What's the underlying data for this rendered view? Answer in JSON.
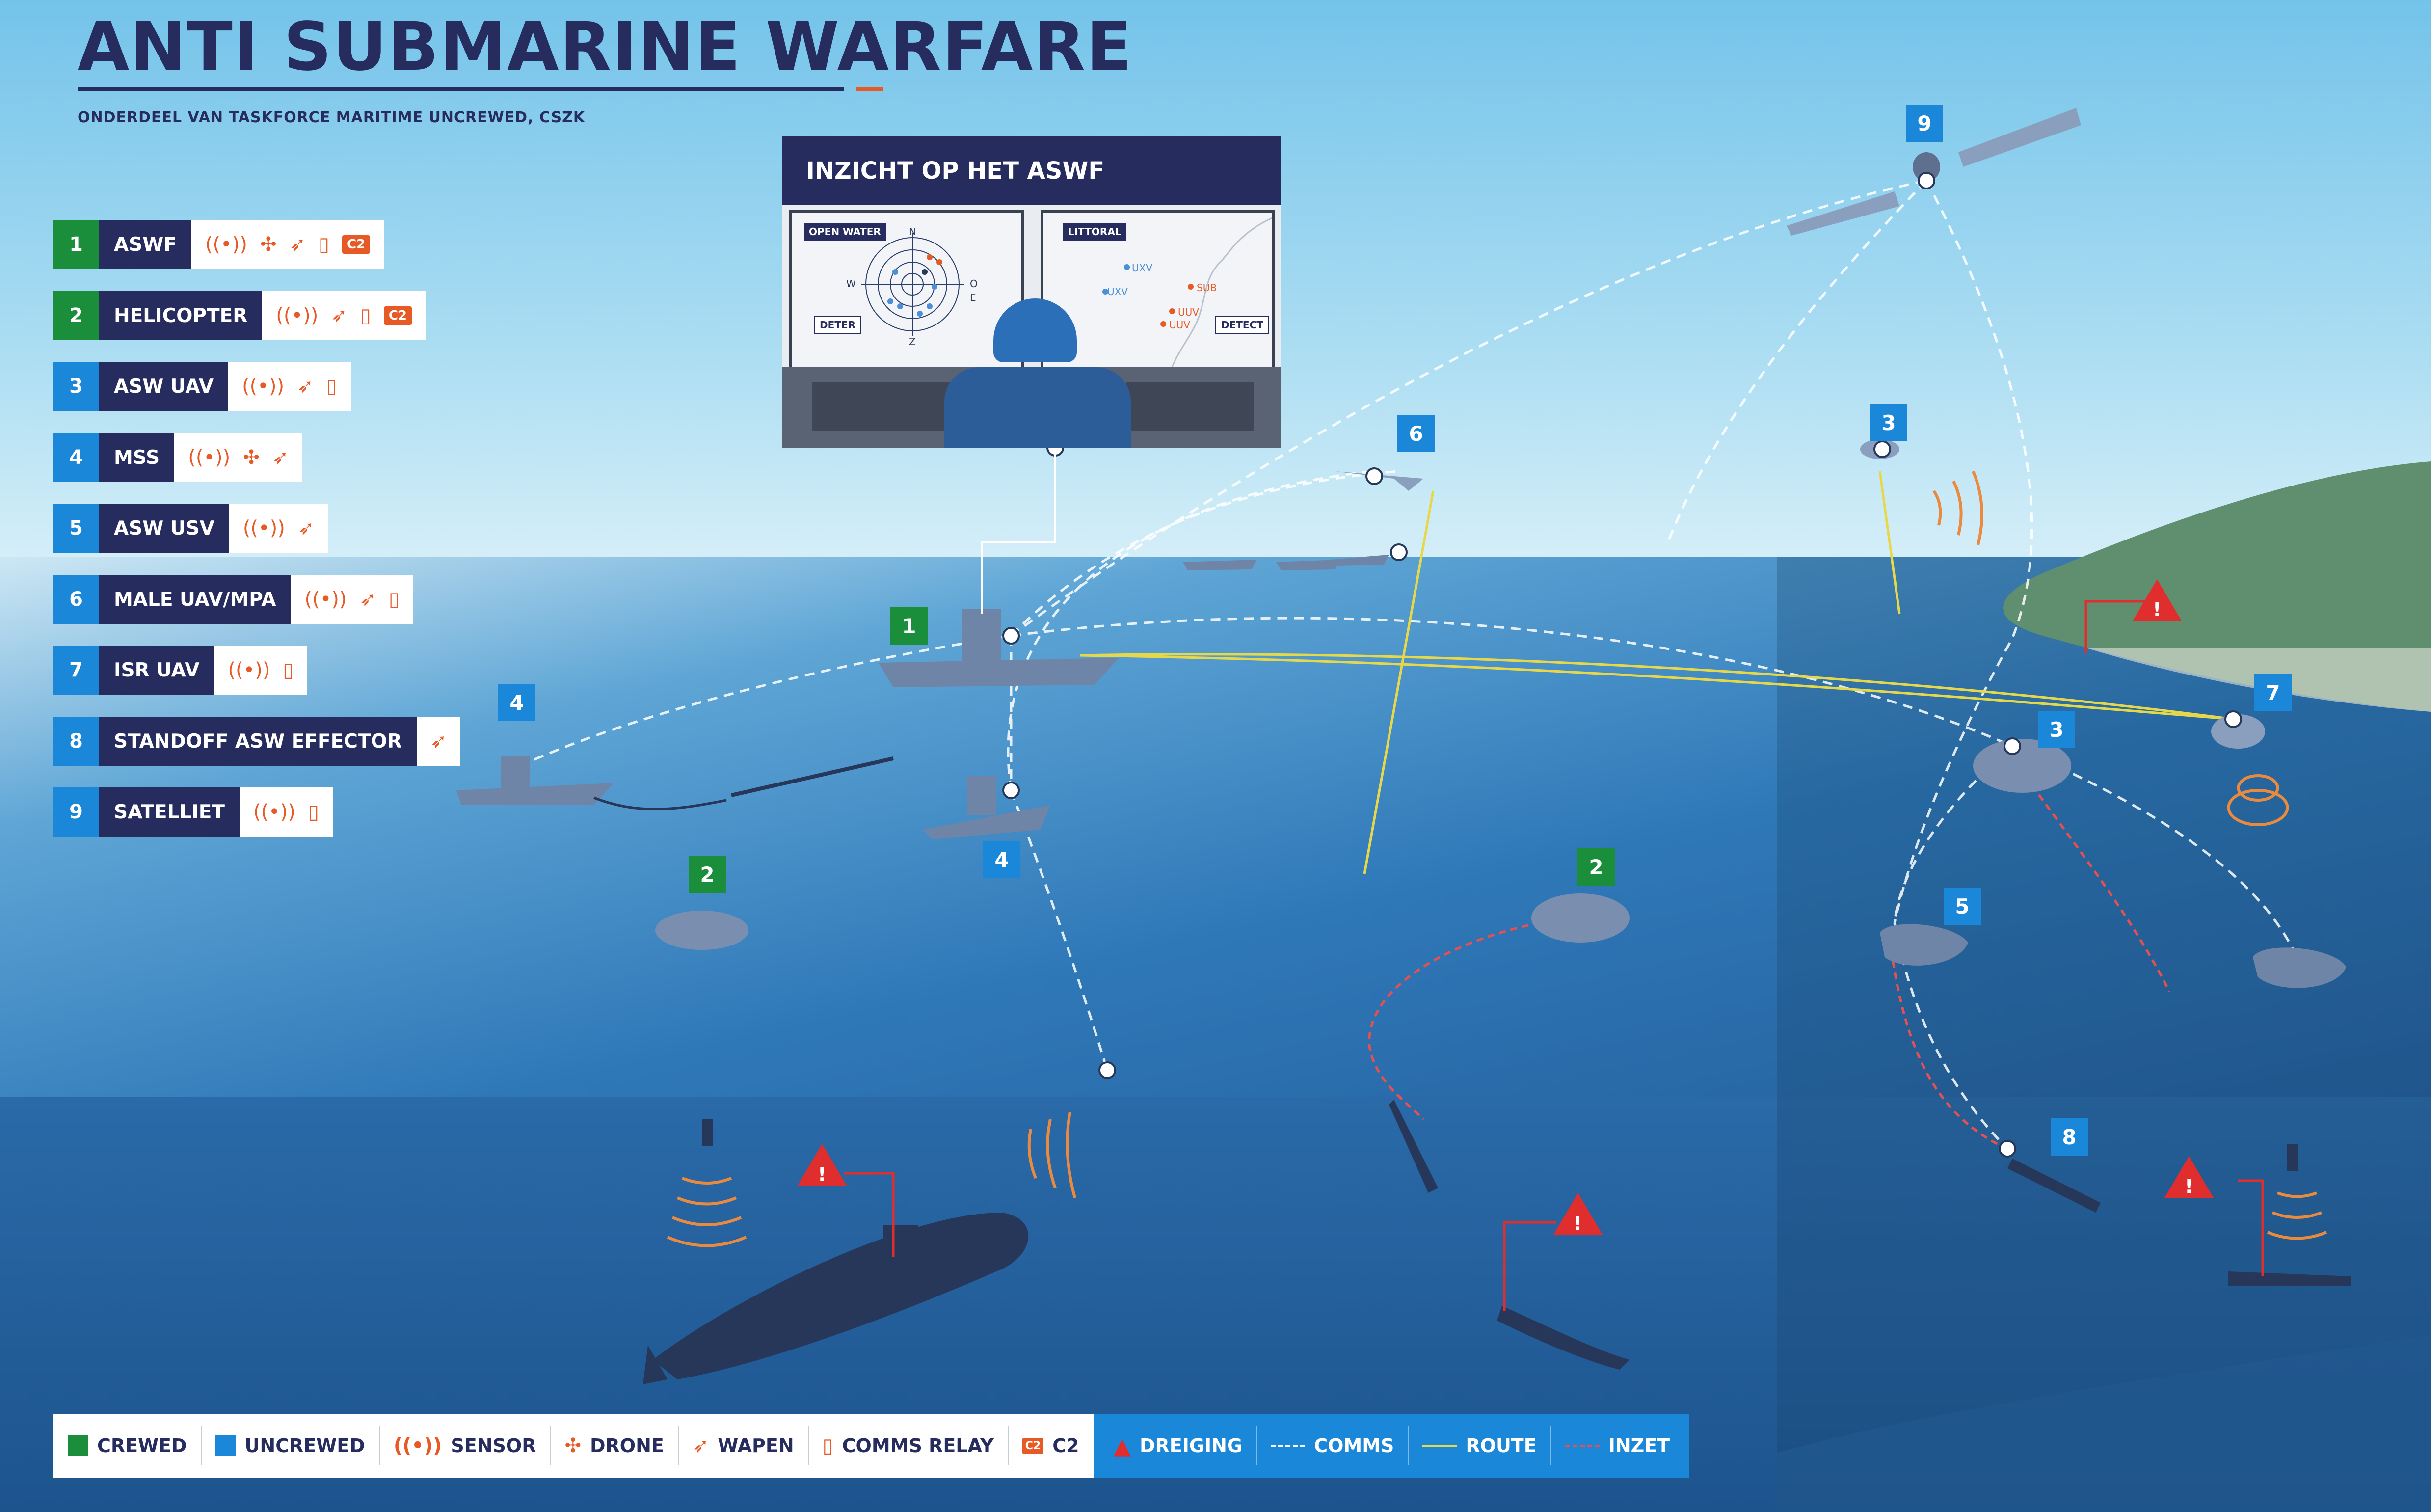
{
  "header": {
    "title": "ANTI SUBMARINE WARFARE",
    "subtitle": "ONDERDEEL VAN TASKFORCE MARITIME UNCREWED, CSZK"
  },
  "colors": {
    "crewed": "#1b8e3c",
    "uncrewed": "#1a87d8",
    "navy": "#272c5e",
    "accent": "#e85a25",
    "threat": "#e02d2d",
    "route": "#e7d84a"
  },
  "legend": [
    {
      "num": "1",
      "label": "ASWF",
      "type": "crewed",
      "icons": [
        "sensor-icon",
        "drone-icon",
        "wapen-icon",
        "comms-relay-icon",
        "c2-icon"
      ]
    },
    {
      "num": "2",
      "label": "HELICOPTER",
      "type": "crewed",
      "icons": [
        "sensor-icon",
        "wapen-icon",
        "comms-relay-icon",
        "c2-icon"
      ]
    },
    {
      "num": "3",
      "label": "ASW UAV",
      "type": "uncrewed",
      "icons": [
        "sensor-icon",
        "wapen-icon",
        "comms-relay-icon"
      ]
    },
    {
      "num": "4",
      "label": "MSS",
      "type": "uncrewed",
      "icons": [
        "sensor-icon",
        "drone-icon",
        "wapen-icon"
      ]
    },
    {
      "num": "5",
      "label": "ASW USV",
      "type": "uncrewed",
      "icons": [
        "sensor-icon",
        "wapen-icon"
      ]
    },
    {
      "num": "6",
      "label": "MALE UAV/MPA",
      "type": "uncrewed",
      "icons": [
        "sensor-icon",
        "wapen-icon",
        "comms-relay-icon"
      ]
    },
    {
      "num": "7",
      "label": "ISR UAV",
      "type": "uncrewed",
      "icons": [
        "sensor-icon",
        "comms-relay-icon"
      ]
    },
    {
      "num": "8",
      "label": "STANDOFF ASW EFFECTOR",
      "type": "uncrewed",
      "icons": [
        "wapen-icon"
      ]
    },
    {
      "num": "9",
      "label": "SATELLIET",
      "type": "uncrewed",
      "icons": [
        "sensor-icon",
        "comms-relay-icon"
      ]
    }
  ],
  "inset": {
    "title": "INZICHT OP HET ASWF",
    "left_screen": {
      "tag": "OPEN WATER",
      "button": "DETER",
      "compass": {
        "n": "N",
        "e": "E",
        "s": "Z",
        "w": "W",
        "o": "O"
      }
    },
    "right_screen": {
      "tag": "LITTORAL",
      "button": "DETECT",
      "labels": {
        "uxv1": "UXV",
        "uxv2": "UXV",
        "sub": "SUB",
        "uuv1": "UUV",
        "uuv2": "UUV"
      }
    }
  },
  "markers": [
    {
      "id": "1",
      "type": "crewed"
    },
    {
      "id": "2",
      "type": "crewed"
    },
    {
      "id": "2",
      "type": "crewed"
    },
    {
      "id": "3",
      "type": "uncrewed"
    },
    {
      "id": "3",
      "type": "uncrewed"
    },
    {
      "id": "4",
      "type": "uncrewed"
    },
    {
      "id": "4",
      "type": "uncrewed"
    },
    {
      "id": "5",
      "type": "uncrewed"
    },
    {
      "id": "6",
      "type": "uncrewed"
    },
    {
      "id": "7",
      "type": "uncrewed"
    },
    {
      "id": "8",
      "type": "uncrewed"
    },
    {
      "id": "9",
      "type": "uncrewed"
    }
  ],
  "threat_mark": "!",
  "bottom_legend": {
    "crewed": "CREWED",
    "uncrewed": "UNCREWED",
    "sensor": "SENSOR",
    "drone": "DRONE",
    "wapen": "WAPEN",
    "comms_relay": "COMMS RELAY",
    "c2_badge": "C2",
    "c2": "C2",
    "dreiging": "DREIGING",
    "comms": "COMMS",
    "route": "ROUTE",
    "inzet": "INZET"
  }
}
